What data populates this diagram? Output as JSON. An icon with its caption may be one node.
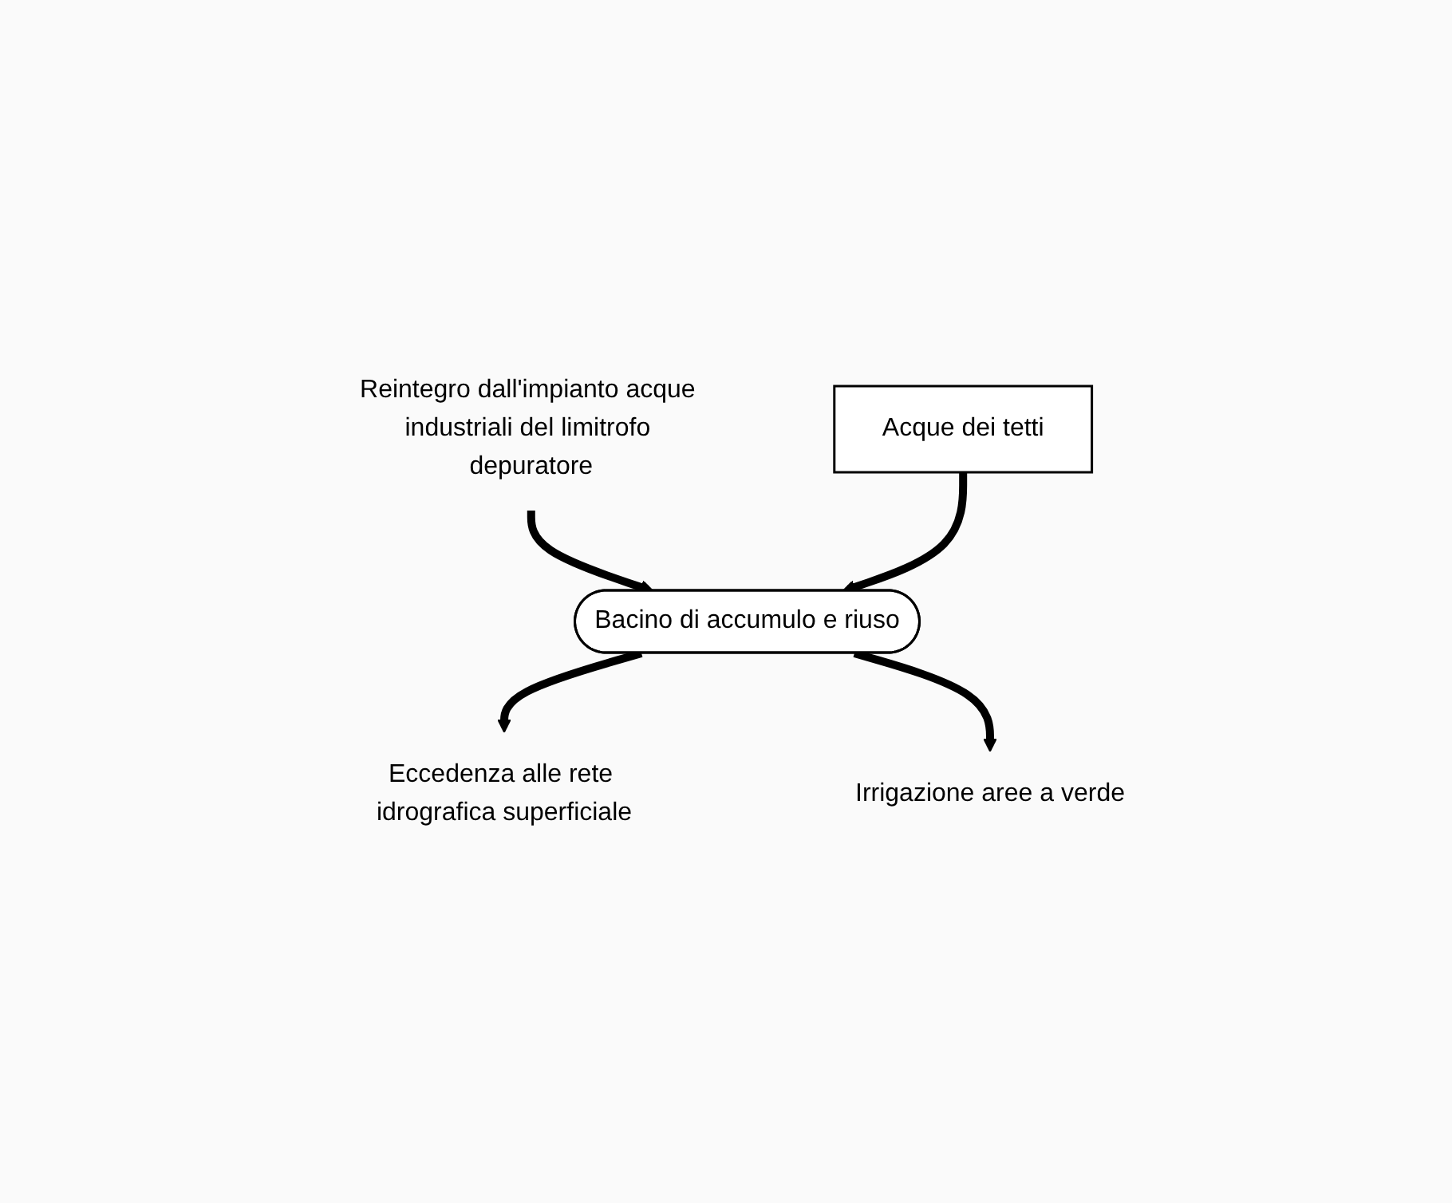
{
  "diagram": {
    "nodes": [
      {
        "text": [
          "Reintegro dall'impianto acque industriali del limitrofo depuratore"
        ]
      },
      {
        "text": [
          "Acque dei tetti"
        ]
      },
      {
        "text": [
          "Eccedenza alle rete idrografica superficiale"
        ]
      },
      {
        "text": [
          "Bacino di accumulo e riuso"
        ]
      },
      {
        "text": [
          "Irrigazione aree a verde"
        ]
      }
    ],
    "edges": [
      {
        "from": 0,
        "to": 3,
        "arrow": "to"
      },
      {
        "from": 1,
        "to": 3,
        "arrow": "to"
      },
      {
        "from": 3,
        "to": 2,
        "arrow": "to"
      },
      {
        "from": 3,
        "to": 4,
        "arrow": "to"
      }
    ]
  }
}
